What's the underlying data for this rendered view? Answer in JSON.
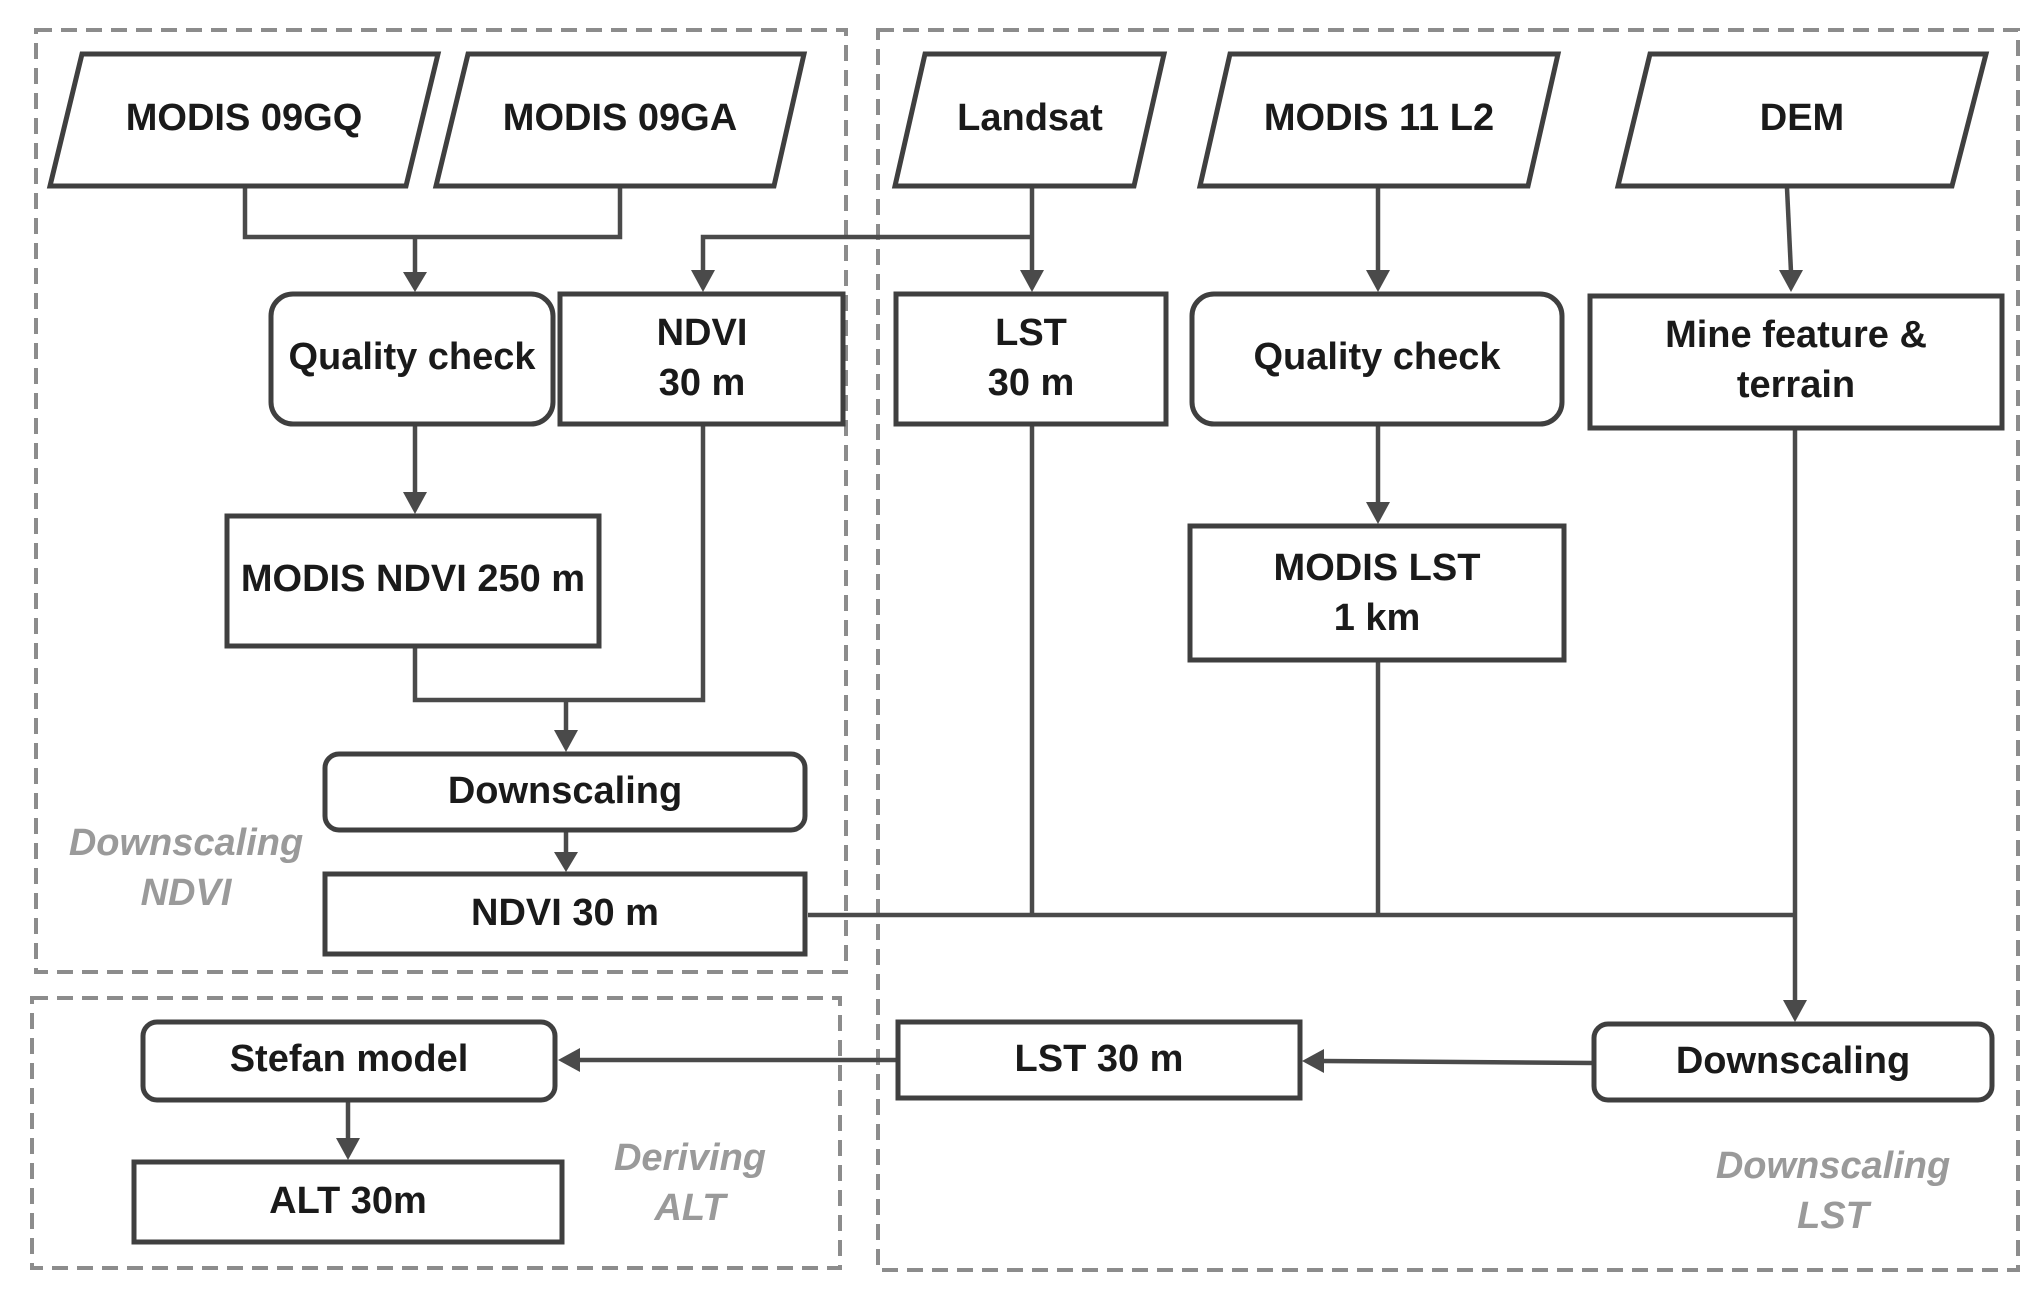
{
  "groups": {
    "downscaling_ndvi": [
      "Downscaling",
      "NDVI"
    ],
    "downscaling_lst": [
      "Downscaling",
      "LST"
    ],
    "deriving_alt": [
      "Deriving",
      "ALT"
    ]
  },
  "inputs": {
    "modis_09gq": "MODIS 09GQ",
    "modis_09ga": "MODIS 09GA",
    "landsat": "Landsat",
    "modis_11_l2": "MODIS 11 L2",
    "dem": "DEM"
  },
  "processes": {
    "quality_check_ndvi": "Quality check",
    "ndvi_landsat": [
      "NDVI",
      "30 m"
    ],
    "lst_landsat": [
      "LST",
      "30 m"
    ],
    "quality_check_lst": "Quality check",
    "mine_feature": [
      "Mine feature &",
      "terrain"
    ],
    "modis_ndvi_250": "MODIS NDVI 250 m",
    "modis_lst_1km": [
      "MODIS LST",
      "1 km"
    ],
    "downscaling_ndvi": "Downscaling",
    "ndvi_30m_result": "NDVI 30 m",
    "downscaling_lst": "Downscaling",
    "lst_30m_result": "LST 30 m",
    "stefan_model": "Stefan model",
    "alt_30m": "ALT 30m"
  }
}
